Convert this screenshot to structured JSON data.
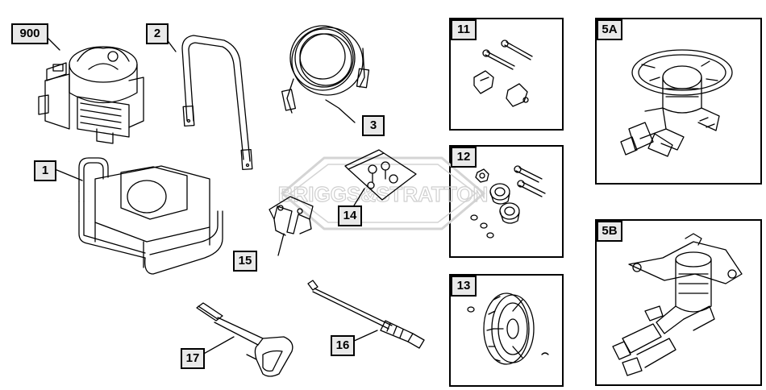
{
  "watermark": {
    "text": "BRIGGS&STRATTON"
  },
  "parts": {
    "p900": "900",
    "p1": "1",
    "p2": "2",
    "p3": "3",
    "p11": "11",
    "p12": "12",
    "p13": "13",
    "p14": "14",
    "p15": "15",
    "p16": "16",
    "p17": "17",
    "p5a": "5A",
    "p5b": "5B"
  },
  "colors": {
    "line": "#000000",
    "label_bg": "#e9e9e9",
    "watermark": "#d4d4d4"
  }
}
